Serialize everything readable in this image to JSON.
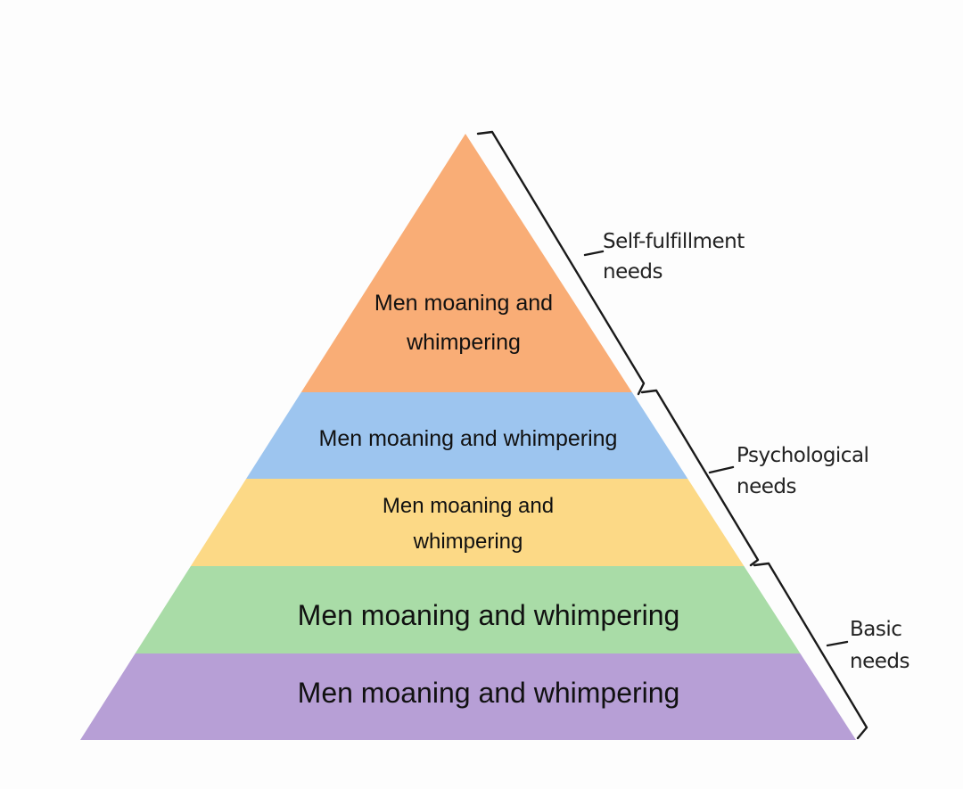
{
  "tiers": [
    {
      "label_lines": [
        "Men moaning and",
        "whimpering"
      ],
      "color": "#f9ad76"
    },
    {
      "label_lines": [
        "Men moaning and whimpering"
      ],
      "color": "#9dc5ef"
    },
    {
      "label_lines": [
        "Men moaning and",
        "whimpering"
      ],
      "color": "#fcd986"
    },
    {
      "label_lines": [
        "Men moaning and whimpering"
      ],
      "color": "#a9dca7"
    },
    {
      "label_lines": [
        "Men moaning and whimpering"
      ],
      "color": "#b79fd6"
    }
  ],
  "groups": [
    {
      "label_lines": [
        "Self-fulfillment",
        "needs"
      ]
    },
    {
      "label_lines": [
        "Psychological",
        "needs"
      ]
    },
    {
      "label_lines": [
        "Basic",
        "needs"
      ]
    }
  ]
}
